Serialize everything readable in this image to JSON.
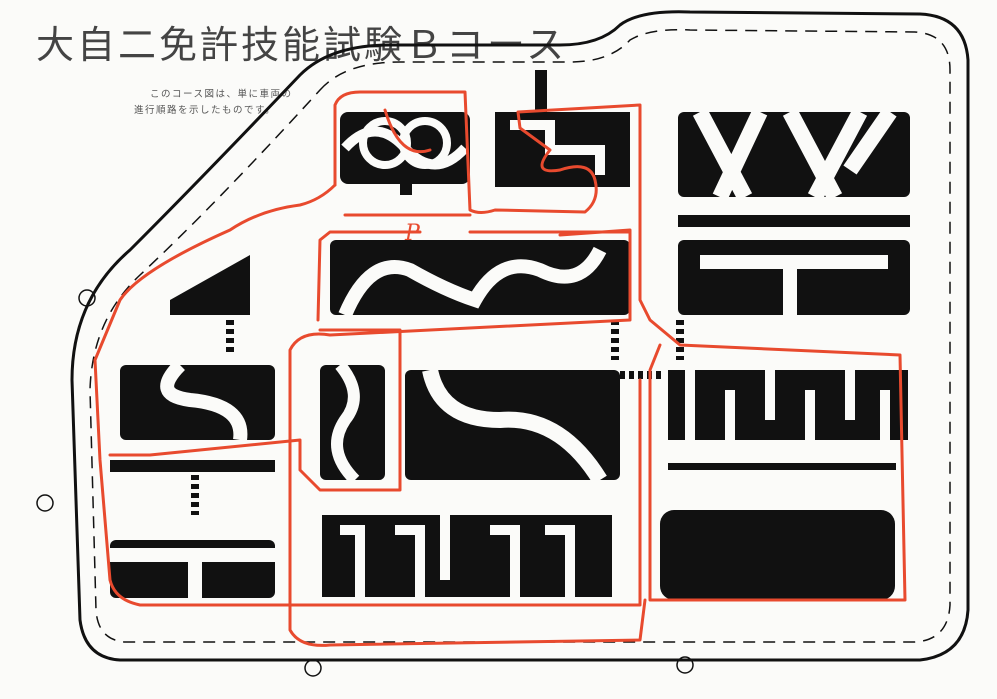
{
  "title": "大自二免許技能試験Ｂコース",
  "note": {
    "line1": "このコース図は、単に車両の",
    "line2": "進行順路を示したものです。"
  },
  "route_marker": "P",
  "colors": {
    "route": "#e84a2e",
    "block": "#111111",
    "paper": "#fbfbf9"
  }
}
